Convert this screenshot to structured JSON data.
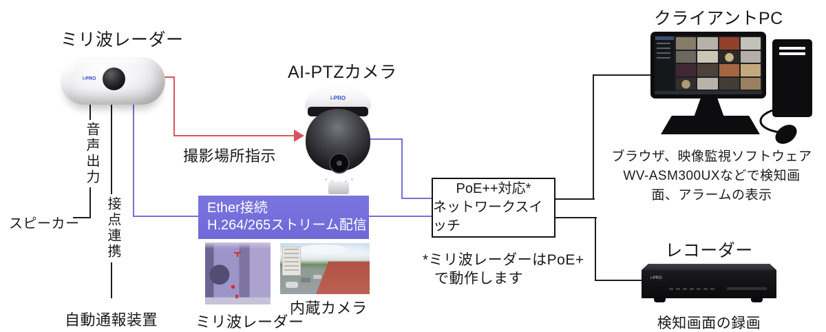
{
  "colors": {
    "line_black": "#1c1c1c",
    "line_blue": "#7370d6",
    "line_red": "#d9535f",
    "box_blue": "#6e69d8",
    "ipro_blue": "#2f4fd0"
  },
  "radar": {
    "title": "ミリ波レーダー",
    "logo": "i-PRO",
    "audio_output_label": "音声出力",
    "speaker_label": "スピーカー",
    "contact_link_label": "接点連携",
    "auto_report_label": "自動通報装置"
  },
  "camera": {
    "title": "AI-PTZカメラ",
    "logo": "i-PRO",
    "instruction_label": "撮影場所指示"
  },
  "ether_box": {
    "lines": [
      "Ether接続",
      "H.264/265ストリーム配信"
    ]
  },
  "switch_box": {
    "lines": [
      "PoE++対応*",
      "ネットワークスイッチ"
    ],
    "footnote_lines": [
      "*ミリ波レーダーはPoE+",
      "で動作します"
    ]
  },
  "client_pc": {
    "title": "クライアントPC",
    "caption_lines": [
      "ブラウザ、映像監視ソフトウェア",
      "WV-ASM300UXなどで検知画",
      "面、アラームの表示"
    ],
    "screen_cells": [
      {
        "c": "#877b6a"
      },
      {
        "c": "#b6b2aa"
      },
      {
        "c": "#93402a"
      },
      {
        "c": "#c4c1ba"
      },
      {
        "c": "#6d685f"
      },
      {
        "c": "#cdc5b4"
      },
      {
        "c": "#2d2a26",
        "fisheye": "#c9b48c"
      },
      {
        "c": "#b3aea6"
      },
      {
        "c": "#402833"
      },
      {
        "c": "#4b4339"
      },
      {
        "c": "#a66440"
      },
      {
        "c": "#c2a97e"
      },
      {
        "c": "#332f29",
        "fisheye": "#ae9a72"
      },
      {
        "c": "#b7b3a9"
      },
      {
        "c": "#413c36"
      },
      {
        "c": "#9b805f"
      }
    ]
  },
  "recorder": {
    "title": "レコーダー",
    "logo": "i-PRO",
    "caption": "検知画面の録画"
  },
  "thumbnails": {
    "radar_label": "ミリ波レーダー",
    "camera_label": "内蔵カメラ"
  }
}
